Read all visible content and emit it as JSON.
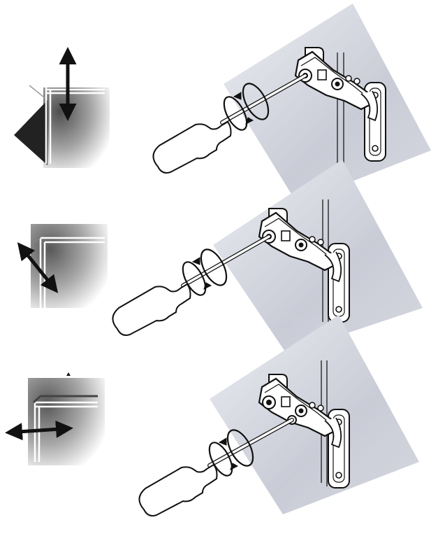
{
  "colors": {
    "ink": "#111111",
    "panel_gray": "#c9cbd6",
    "panel_light": "#eceef3",
    "background": "#ffffff"
  },
  "steps": [
    {
      "id": "vertical",
      "adjustment_direction": "up-down"
    },
    {
      "id": "depth",
      "adjustment_direction": "diagonal"
    },
    {
      "id": "lateral",
      "adjustment_direction": "left-right"
    }
  ],
  "icons": [
    "double-arrow-icon",
    "screwdriver-icon",
    "rotation-arrow-icon",
    "hinge-icon"
  ]
}
